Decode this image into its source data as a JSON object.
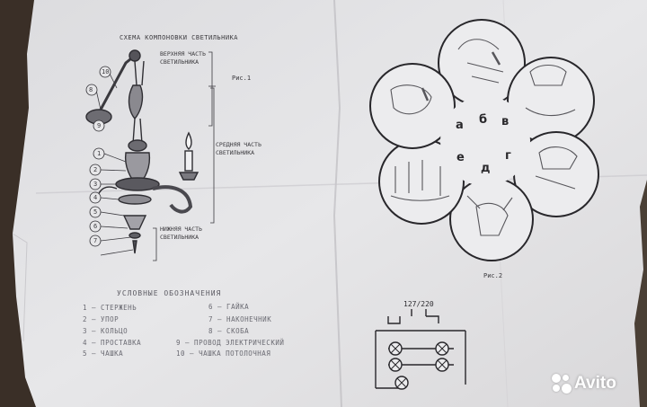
{
  "diagram_left": {
    "title": "СХЕМА КОМПОНОВКИ СВЕТИЛЬНИКА",
    "label_upper": "ВЕРХНЯЯ ЧАСТЬ СВЕТИЛЬНИКА",
    "label_middle": "СРЕДНЯЯ ЧАСТЬ СВЕТИЛЬНИКА",
    "label_lower": "НИЖНЯЯ ЧАСТЬ СВЕТИЛЬНИКА",
    "figure_label": "Рис.1",
    "callouts": [
      "10",
      "8",
      "9",
      "1",
      "2",
      "3",
      "4",
      "5",
      "6",
      "7"
    ]
  },
  "legend": {
    "heading": "УСЛОВНЫЕ ОБОЗНАЧЕНИЯ",
    "items": [
      "1 — СТЕРЖЕНЬ",
      "2 — УПОР",
      "3 — КОЛЬЦО",
      "4 — ПРОСТАВКА",
      "5 — ЧАШКА",
      "6 — ГАЙКА",
      "7 — НАКОНЕЧНИК",
      "8 — СКОБА",
      "9 — ПРОВОД ЭЛЕКТРИЧЕСКИЙ",
      "10 — ЧАШКА ПОТОЛОЧНАЯ"
    ]
  },
  "diagram_right": {
    "figure_label": "Рис.2",
    "step_letters": [
      "а",
      "б",
      "в",
      "г",
      "д",
      "е"
    ],
    "voltage": "127/220"
  },
  "watermark": {
    "text": "Avito",
    "color": "#ffffff"
  },
  "colors": {
    "paper": "#e4e4e6",
    "ink": "#2e2d31",
    "background": "#4a3f35"
  }
}
